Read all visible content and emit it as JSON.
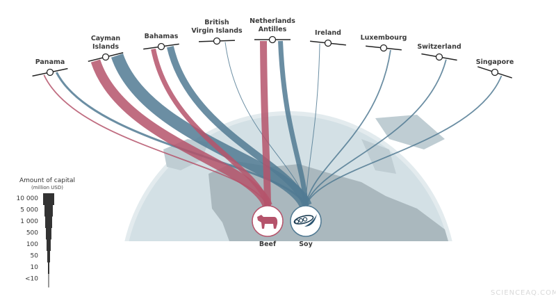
{
  "colors": {
    "beef": "#b5536b",
    "soy": "#517a93",
    "globe": "#cfdde3",
    "land": "#a9b7bd",
    "text": "#3a3a3a"
  },
  "hubs": [
    {
      "id": "panama",
      "label": [
        "Panama"
      ]
    },
    {
      "id": "cayman",
      "label": [
        "Cayman",
        "Islands"
      ]
    },
    {
      "id": "bahamas",
      "label": [
        "Bahamas"
      ]
    },
    {
      "id": "bvi",
      "label": [
        "British",
        "Virgin Islands"
      ]
    },
    {
      "id": "na",
      "label": [
        "Netherlands",
        "Antilles"
      ]
    },
    {
      "id": "ireland",
      "label": [
        "Ireland"
      ]
    },
    {
      "id": "luxembourg",
      "label": [
        "Luxembourg"
      ]
    },
    {
      "id": "switzerland",
      "label": [
        "Switzerland"
      ]
    },
    {
      "id": "singapore",
      "label": [
        "Singapore"
      ]
    }
  ],
  "commodities": {
    "beef": {
      "label": "Beef",
      "icon": "cow-icon"
    },
    "soy": {
      "label": "Soy",
      "icon": "soybean-pod-icon"
    }
  },
  "flows": [
    {
      "from": "panama",
      "to": "beef",
      "capital_class": "10"
    },
    {
      "from": "panama",
      "to": "soy",
      "capital_class": "50"
    },
    {
      "from": "cayman",
      "to": "beef",
      "capital_class": "5 000"
    },
    {
      "from": "cayman",
      "to": "soy",
      "capital_class": "10 000"
    },
    {
      "from": "bahamas",
      "to": "beef",
      "capital_class": "500"
    },
    {
      "from": "bahamas",
      "to": "soy",
      "capital_class": "1 000"
    },
    {
      "from": "bvi",
      "to": "soy",
      "capital_class": "<10"
    },
    {
      "from": "na",
      "to": "beef",
      "capital_class": "1 000"
    },
    {
      "from": "na",
      "to": "soy",
      "capital_class": "500"
    },
    {
      "from": "ireland",
      "to": "soy",
      "capital_class": "<10"
    },
    {
      "from": "luxembourg",
      "to": "soy",
      "capital_class": "10"
    },
    {
      "from": "switzerland",
      "to": "soy",
      "capital_class": "10"
    },
    {
      "from": "singapore",
      "to": "soy",
      "capital_class": "10"
    }
  ],
  "legend": {
    "title": "Amount of capital",
    "subtitle": "(million USD)",
    "classes": [
      "10 000",
      "5 000",
      "1 000",
      "500",
      "100",
      "50",
      "10",
      "<10"
    ]
  },
  "watermark": "SCIENCEAQ.COM"
}
